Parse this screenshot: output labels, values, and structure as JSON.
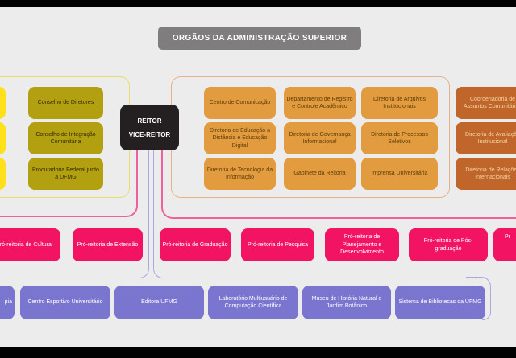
{
  "header": {
    "title": "ORGÃOS DA ADMINISTRAÇÃO SUPERIOR"
  },
  "rector": {
    "line1": "REITOR",
    "line2": "VICE-REITOR"
  },
  "councils": {
    "items": [
      "Conselho de Diretores",
      "Conselho de Integração Comunitária",
      "Procuradoria Federal junto à UFMG"
    ]
  },
  "admin": {
    "items": [
      "Centro de Comunicação",
      "Departamento de Registro e Controle Acadêmico",
      "Diretoria de Arquivos Institucionais",
      "Diretoria de Educação a Distância e Educação Digital",
      "Diretoria de Governança Informacional",
      "Diretoria de Processos Seletivos",
      "Diretoria de Tecnologia da Informação",
      "Gabinete da Reitoria",
      "Imprensa Universitária"
    ]
  },
  "rust": {
    "items": [
      "Coordenadoria de Assuntos Comunitários",
      "Diretoria de Avaliação Institucional",
      "Diretoria de Relações Internacionais"
    ]
  },
  "prorectories": {
    "items": [
      "Pró-reitoria de Cultura",
      "Pró-reitoria de Extensão",
      "Pró-reitoria de Graduação",
      "Pró-reitoria de Pesquisa",
      "Pró-reitoria de Planejamento e Desenvolvimento",
      "Pró-reitoria de Pós-graduação",
      "Pr"
    ]
  },
  "organs": {
    "items": [
      "pia",
      "Centro Esportivo Universitário",
      "Editora UFMG",
      "Laboratório Multiusuário de Computação Científica",
      "Museu de História Natural e Jardim Botânico",
      "Sistema de Bibliotecas da UFMG"
    ]
  },
  "colors": {
    "background": "#edecec",
    "header_gray": "#7f7d7d",
    "council_bright_yellow": "#ffe01a",
    "council_olive": "#b2a011",
    "council_outline": "#eadb6e",
    "admin_orange": "#e29b3e",
    "admin_outline": "#e5b287",
    "rust_orange": "#c0662a",
    "prorectory_pink": "#f21362",
    "pink_connector": "#f0609b",
    "organ_purple": "#7a75cf",
    "purple_connector": "#aba8df",
    "rector_black": "#242021"
  }
}
